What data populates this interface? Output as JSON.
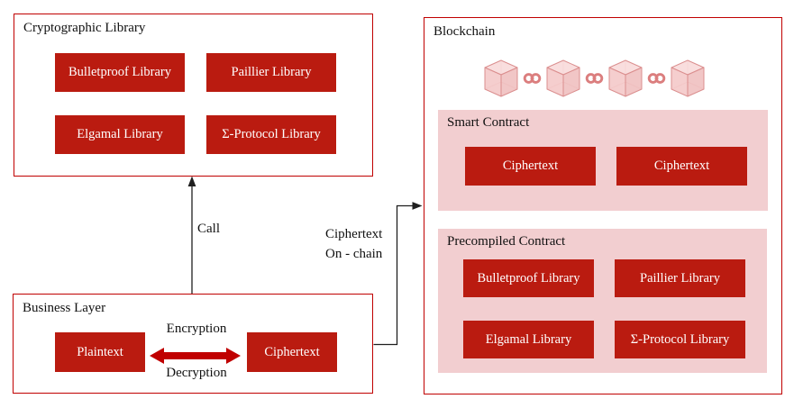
{
  "diagram": {
    "crypto_library": {
      "title": "Cryptographic Library",
      "items": [
        "Bulletproof Library",
        "Paillier Library",
        "Elgamal Library",
        "Σ-Protocol Library"
      ]
    },
    "business_layer": {
      "title": "Business Layer",
      "plaintext": "Plaintext",
      "ciphertext": "Ciphertext",
      "encryption_label": "Encryption",
      "decryption_label": "Decryption"
    },
    "blockchain": {
      "title": "Blockchain",
      "block_count": 4,
      "link_count": 3,
      "smart_contract": {
        "title": "Smart Contract",
        "items": [
          "Ciphertext",
          "Ciphertext"
        ]
      },
      "precompiled_contract": {
        "title": "Precompiled Contract",
        "items": [
          "Bulletproof Library",
          "Paillier Library",
          "Elgamal Library",
          "Σ-Protocol Library"
        ]
      }
    },
    "connectors": {
      "call_label": "Call",
      "onchain_label_line1": "Ciphertext",
      "onchain_label_line2": "On - chain"
    },
    "colors": {
      "box_red": "#ba1b10",
      "border_red": "#c00000",
      "panel_pink": "#f2ced0",
      "cube_fill": "#f5cbcb",
      "cube_stroke": "#db8f8f",
      "chain_link_pink": "#db7e7e",
      "connector_black": "#1f1f1f"
    }
  }
}
